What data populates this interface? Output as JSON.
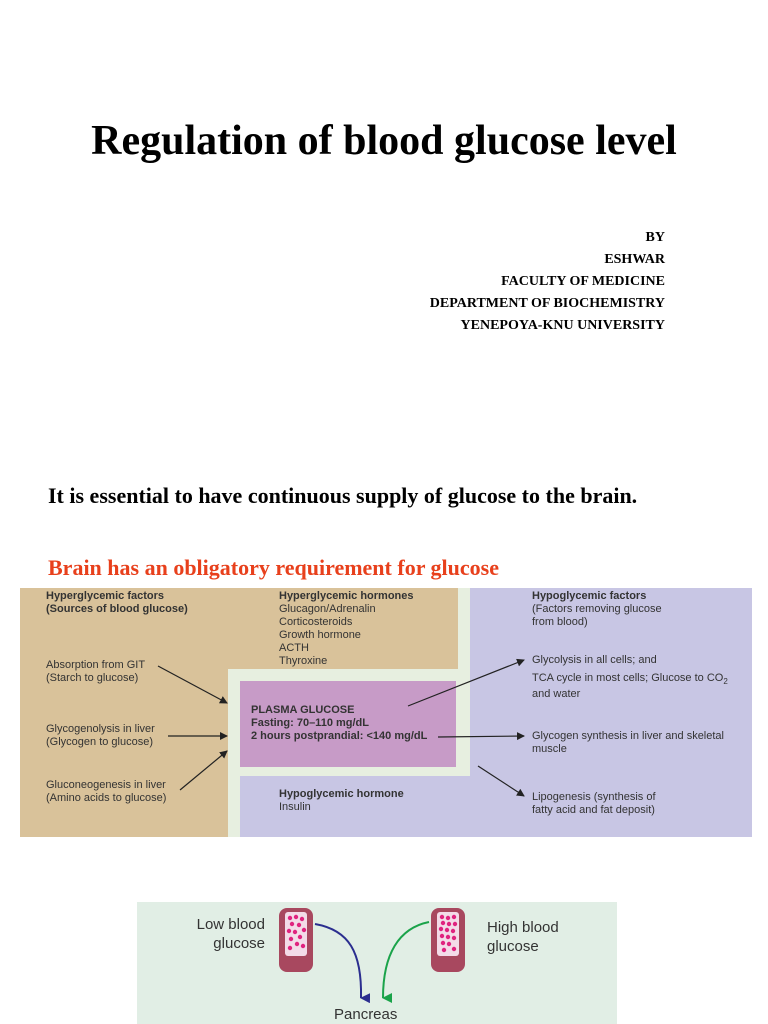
{
  "slide": {
    "title": "Regulation of blood glucose level",
    "byline": [
      "BY",
      "ESHWAR",
      "FACULTY OF MEDICINE",
      "DEPARTMENT OF BIOCHEMISTRY",
      "YENEPOYA-KNU UNIVERSITY"
    ],
    "intro": "It is essential to have continuous supply of glucose to the brain.",
    "highlight": "Brain has an obligatory requirement for glucose",
    "highlight_color": "#e8401c"
  },
  "diagram": {
    "hyperglycemic_factors": {
      "title": "Hyperglycemic factors",
      "subtitle": "(Sources of blood glucose)",
      "items": [
        [
          "Absorption from GIT",
          "(Starch to glucose)"
        ],
        [
          "Glycogenolysis in liver",
          "(Glycogen to glucose)"
        ],
        [
          "Gluconeogenesis in liver",
          "(Amino acids to glucose)"
        ]
      ]
    },
    "hyperglycemic_hormones": {
      "title": "Hyperglycemic hormones",
      "items": [
        "Glucagon/Adrenalin",
        "Corticosteroids",
        "Growth hormone",
        "ACTH",
        "Thyroxine"
      ]
    },
    "hypoglycemic_factors": {
      "title": "Hypoglycemic factors",
      "subtitle": [
        "(Factors removing glucose",
        "from blood)"
      ],
      "items": [
        [
          "Glycolysis in all cells; and"
        ],
        [
          "TCA cycle in most cells; Glucose to CO",
          "2",
          "and water"
        ],
        [
          "Glycogen synthesis in liver and skeletal",
          "muscle"
        ],
        [
          "Lipogenesis (synthesis of",
          "fatty acid and fat deposit)"
        ]
      ]
    },
    "plasma_glucose": {
      "title": "PLASMA GLUCOSE",
      "fasting": "Fasting:  70–110 mg/dL",
      "postprandial": "2 hours postprandial: <140 mg/dL"
    },
    "hypoglycemic_hormone": {
      "title": "Hypoglycemic hormone",
      "item": "Insulin"
    },
    "colors": {
      "hyper": "#d9c29a",
      "hypo": "#c8c6e4",
      "separator": "#e7efe0",
      "plasma": "#c79bc7"
    }
  },
  "pancreas_figure": {
    "low_label": [
      "Low blood",
      "glucose"
    ],
    "high_label": [
      "High blood",
      "glucose"
    ],
    "pancreas_label": "Pancreas",
    "colors": {
      "background": "#e1eee5",
      "tube": "#a8485f",
      "dots": "#e0237f",
      "low_arrow": "#2b2e8f",
      "high_arrow": "#1aa34a"
    }
  }
}
